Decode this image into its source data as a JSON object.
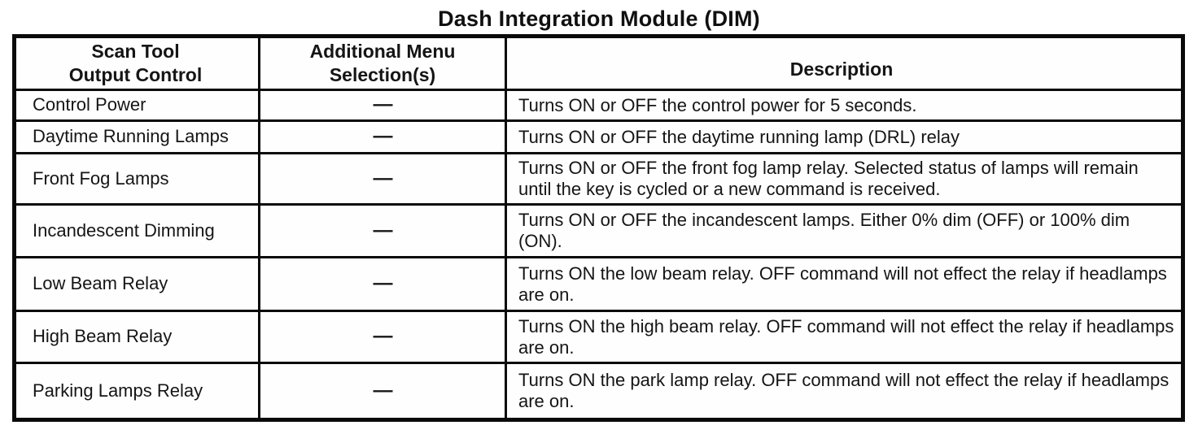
{
  "page": {
    "title": "Dash Integration Module (DIM)"
  },
  "table": {
    "headers": {
      "col1": "Scan Tool\nOutput Control",
      "col2": "Additional Menu\nSelection(s)",
      "col3": "Description"
    },
    "rows": [
      {
        "control": "Control Power",
        "menu": "—",
        "description": "Turns ON or OFF the control power for 5 seconds."
      },
      {
        "control": "Daytime Running Lamps",
        "menu": "—",
        "description": "Turns ON or OFF the daytime running lamp (DRL) relay"
      },
      {
        "control": "Front Fog Lamps",
        "menu": "—",
        "description": "Turns ON or OFF the front fog lamp relay. Selected status of lamps will remain until the key is cycled or a new command is received."
      },
      {
        "control": "Incandescent Dimming",
        "menu": "—",
        "description": "Turns ON or OFF the incandescent lamps. Either 0% dim (OFF) or 100% dim (ON)."
      },
      {
        "control": "Low Beam Relay",
        "menu": "—",
        "description": "Turns ON the low beam relay. OFF command will not effect the relay if headlamps are on."
      },
      {
        "control": "High Beam Relay",
        "menu": "—",
        "description": "Turns ON the high beam relay. OFF command will not effect the relay if headlamps are on."
      },
      {
        "control": "Parking Lamps Relay",
        "menu": "—",
        "description": "Turns ON the park lamp relay. OFF command will not effect the relay if headlamps are on."
      }
    ],
    "colors": {
      "ink": "#0a0a0a",
      "paper": "#ffffff"
    }
  }
}
